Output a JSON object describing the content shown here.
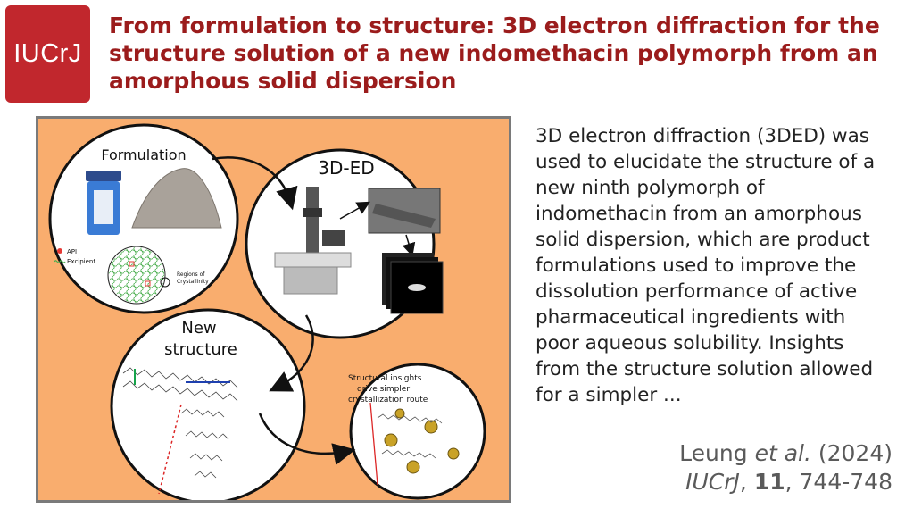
{
  "logo": {
    "text": "IUCrJ"
  },
  "title": "From formulation to structure: 3D electron diffraction for the structure solution of a new indomethacin polymorph from an amorphous solid dispersion",
  "figure": {
    "formulation_label": "Formulation",
    "ed_label": "3D-ED",
    "new_structure_line1": "New",
    "new_structure_line2": "structure",
    "legend_api": "API",
    "legend_excipient": "Excipient",
    "regions_line1": "Regions of",
    "regions_line2": "Crystallinity",
    "insights_line1": "Structural insights",
    "insights_line2": "drive simpler",
    "insights_line3": "crystallization route"
  },
  "abstract": "3D electron diffraction (3DED) was used to elucidate the structure of a new ninth polymorph of indomethacin from an amorphous solid dispersion, which are product formulations used to improve the dissolution performance of active pharmaceutical ingredients with poor aqueous solubility. Insights from the structure solution allowed for a simpler ...",
  "citation": {
    "authors": "Leung",
    "etal": "et al.",
    "year": "(2024)",
    "journal": "IUCrJ",
    "volume": "11",
    "pages": "744-748"
  },
  "colors": {
    "accent": "#9b1c1c",
    "logo": "#c1272d",
    "figure_bg": "#f9ad6e"
  }
}
